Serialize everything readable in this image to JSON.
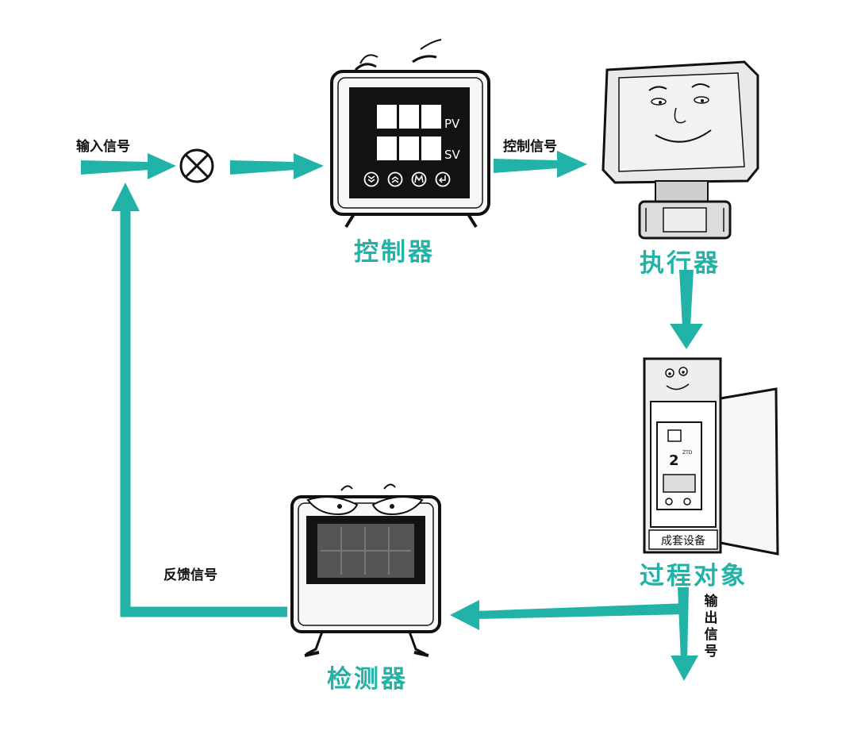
{
  "colors": {
    "accent": "#22b3a8",
    "ink": "#111111",
    "screen": "#121212",
    "lcd": "#555555"
  },
  "signals": {
    "input": "输入信号",
    "control": "控制信号",
    "feedback": "反馈信号",
    "output": "输出信号"
  },
  "blocks": {
    "controller": "控制器",
    "actuator": "执行器",
    "process": "过程对象",
    "detector": "检测器"
  },
  "device_text": {
    "pv": "PV",
    "sv": "SV",
    "breaker_number": "2",
    "breaker_brand": "ZTD",
    "cabinet_label": "成套设备"
  },
  "icons": [
    "summing-junction-icon",
    "down-chevron-icon",
    "up-chevron-icon",
    "mode-m-icon",
    "enter-icon"
  ]
}
